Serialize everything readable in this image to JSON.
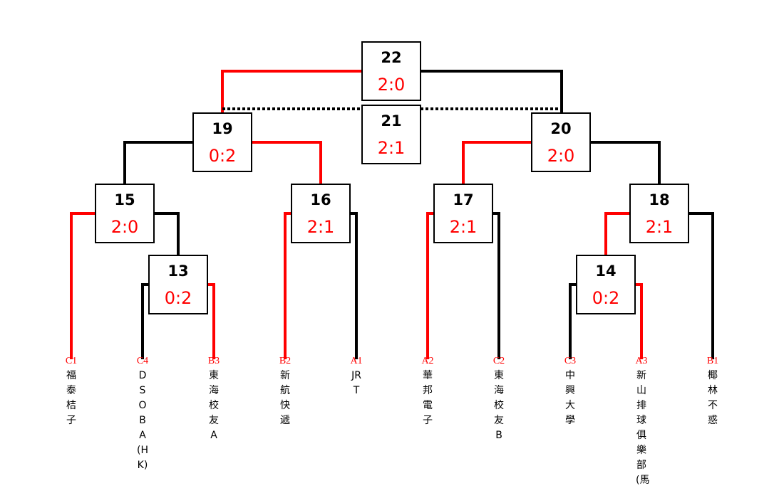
{
  "colors": {
    "winner": "#ff0000",
    "loser": "#000000"
  },
  "matches": [
    {
      "id": "22",
      "score": "2:0"
    },
    {
      "id": "21",
      "score": "2:1"
    },
    {
      "id": "19",
      "score": "0:2"
    },
    {
      "id": "20",
      "score": "2:0"
    },
    {
      "id": "15",
      "score": "2:0"
    },
    {
      "id": "16",
      "score": "2:1"
    },
    {
      "id": "17",
      "score": "2:1"
    },
    {
      "id": "18",
      "score": "2:1"
    },
    {
      "id": "13",
      "score": "0:2"
    },
    {
      "id": "14",
      "score": "0:2"
    }
  ],
  "teams": [
    {
      "code": "C1",
      "name": "福泰桔子"
    },
    {
      "code": "C4",
      "name": "DSOBA(HK)"
    },
    {
      "code": "B3",
      "name": "東海校友A"
    },
    {
      "code": "B2",
      "name": "新航快遞"
    },
    {
      "code": "A1",
      "name": "JRT"
    },
    {
      "code": "A2",
      "name": "華邦電子"
    },
    {
      "code": "C2",
      "name": "東海校友B"
    },
    {
      "code": "C3",
      "name": "中興大學"
    },
    {
      "code": "A3",
      "name": "新山排球俱樂部(馬"
    },
    {
      "code": "B1",
      "name": "椰林不惑"
    }
  ]
}
